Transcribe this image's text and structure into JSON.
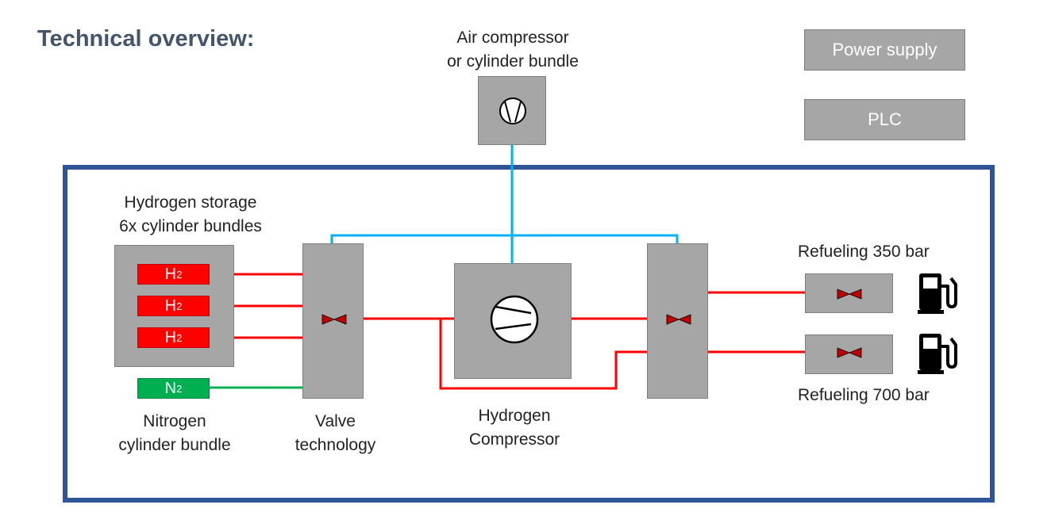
{
  "title": "Technical overview:",
  "air_compressor": {
    "line1": "Air compressor",
    "line2": "or cylinder bundle"
  },
  "power_supply": "Power supply",
  "plc": "PLC",
  "hydrogen_storage": {
    "line1": "Hydrogen storage",
    "line2": "6x cylinder bundles"
  },
  "h2_bundles": [
    {
      "label": "H",
      "sub": "2"
    },
    {
      "label": "H",
      "sub": "2"
    },
    {
      "label": "H",
      "sub": "2"
    }
  ],
  "n2_bundle": {
    "label": "N",
    "sub": "2"
  },
  "nitrogen_label": {
    "line1": "Nitrogen",
    "line2": "cylinder bundle"
  },
  "valve_label": {
    "line1": "Valve",
    "line2": "technology"
  },
  "compressor_label": {
    "line1": "Hydrogen",
    "line2": "Compressor"
  },
  "refuel_350": "Refueling 350 bar",
  "refuel_700": "Refueling 700 bar",
  "icons": [
    "compressor-icon",
    "valve-icon",
    "fuel-pump-icon"
  ],
  "colors": {
    "hydrogen_line": "#ff0000",
    "nitrogen_line": "#00b050",
    "air_line": "#00b0f0",
    "frame": "#2f5597",
    "component": "#a6a6a6"
  }
}
